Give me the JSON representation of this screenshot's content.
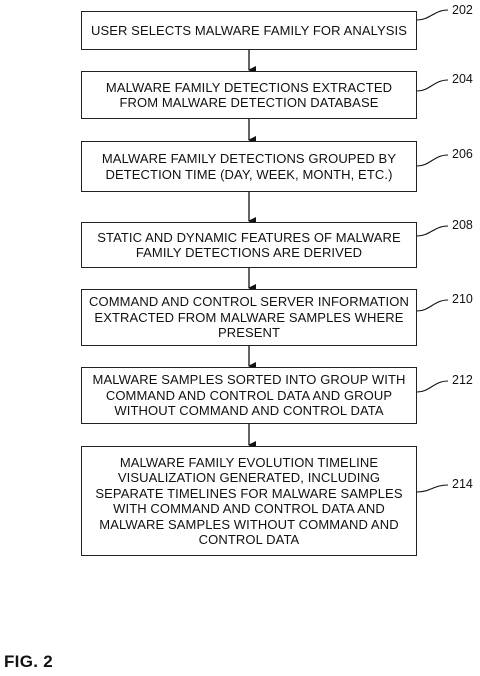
{
  "steps": [
    {
      "ref": "202",
      "lines": [
        "USER SELECTS MALWARE FAMILY FOR ANALYSIS"
      ]
    },
    {
      "ref": "204",
      "lines": [
        "MALWARE FAMILY DETECTIONS EXTRACTED",
        "FROM MALWARE DETECTION DATABASE"
      ]
    },
    {
      "ref": "206",
      "lines": [
        "MALWARE FAMILY DETECTIONS GROUPED BY",
        "DETECTION TIME (DAY, WEEK, MONTH, ETC.)"
      ]
    },
    {
      "ref": "208",
      "lines": [
        "STATIC AND DYNAMIC FEATURES OF MALWARE",
        "FAMILY DETECTIONS ARE DERIVED"
      ]
    },
    {
      "ref": "210",
      "lines": [
        "COMMAND AND CONTROL SERVER INFORMATION",
        "EXTRACTED FROM MALWARE SAMPLES WHERE",
        "PRESENT"
      ]
    },
    {
      "ref": "212",
      "lines": [
        "MALWARE SAMPLES SORTED INTO GROUP WITH",
        "COMMAND AND CONTROL DATA AND GROUP",
        "WITHOUT COMMAND AND CONTROL DATA"
      ]
    },
    {
      "ref": "214",
      "lines": [
        "MALWARE FAMILY EVOLUTION TIMELINE",
        "VISUALIZATION GENERATED, INCLUDING",
        "SEPARATE TIMELINES FOR MALWARE SAMPLES",
        "WITH COMMAND AND CONTROL DATA AND",
        "MALWARE SAMPLES WITHOUT COMMAND AND",
        "CONTROL DATA"
      ]
    }
  ],
  "figure_label": "FIG. 2"
}
